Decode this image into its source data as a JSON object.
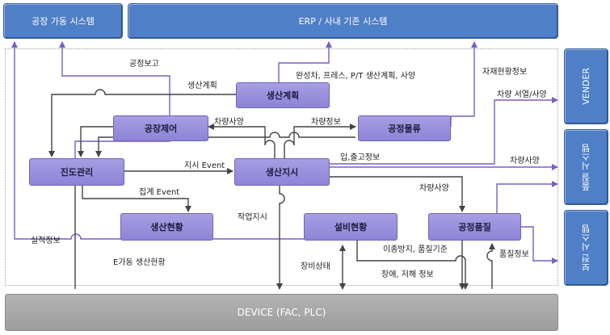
{
  "systems": {
    "factory_ops": "공장 가동 시스템",
    "erp": "ERP / 사내 기존 시스템",
    "vendor": "VENDER",
    "quality_sys": "품질 시스템",
    "warranty_sys": "보전 시스템",
    "device": "DEVICE (FAC, PLC)"
  },
  "nodes": {
    "production_plan": "생산계획",
    "factory_control": "공장제어",
    "process_logistics": "공정물류",
    "progress_mgmt": "진도관리",
    "production_order": "생산지시",
    "production_status": "생산현황",
    "equipment_status": "설비현황",
    "process_quality": "공정품질"
  },
  "labels": {
    "process_report": "공정보고",
    "production_plan_flow": "생산계획",
    "vehicle_plan": "완성차, 프레스, P/T 생산계획, 사양",
    "material_status": "자재현황정보",
    "vehicle_serial": "차량 서열/사양",
    "vehicle_spec_1": "차량사양",
    "vehicle_info": "차량정보",
    "inout_info": "입,출고정보",
    "vehicle_spec_2": "차량사양",
    "order_event": "지시 Event",
    "aggregate_event": "집계 Event",
    "vehicle_spec_3": "차량사양",
    "work_order": "작업지시",
    "actual_info": "실적정보",
    "e_operation": "E가동 생산현황",
    "prevent_quality": "이종방지, 품질기준",
    "quality_info": "품질정보",
    "equipment_state": "장비상태",
    "failure_info": "장애, 저해 정보"
  },
  "colors": {
    "system_blue": "#4f7fc6",
    "node_purple": "#9b92dd",
    "line_purple": "#7a5fc0",
    "line_dark": "#444444",
    "device_gray": "#a6a6a6"
  }
}
